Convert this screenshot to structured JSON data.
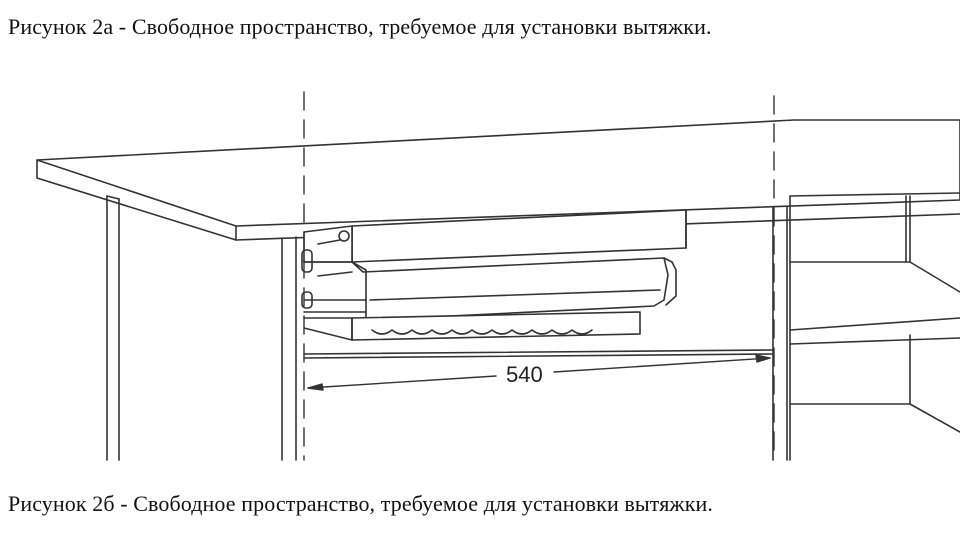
{
  "captions": {
    "top": "Рисунок 2а - Свободное пространство, требуемое для установки вытяжки.",
    "bottom": "Рисунок 2б - Свободное пространство, требуемое для установки вытяжки."
  },
  "drawing": {
    "dimension_label": "540",
    "line_color": "#333333",
    "background_color": "#ffffff"
  }
}
